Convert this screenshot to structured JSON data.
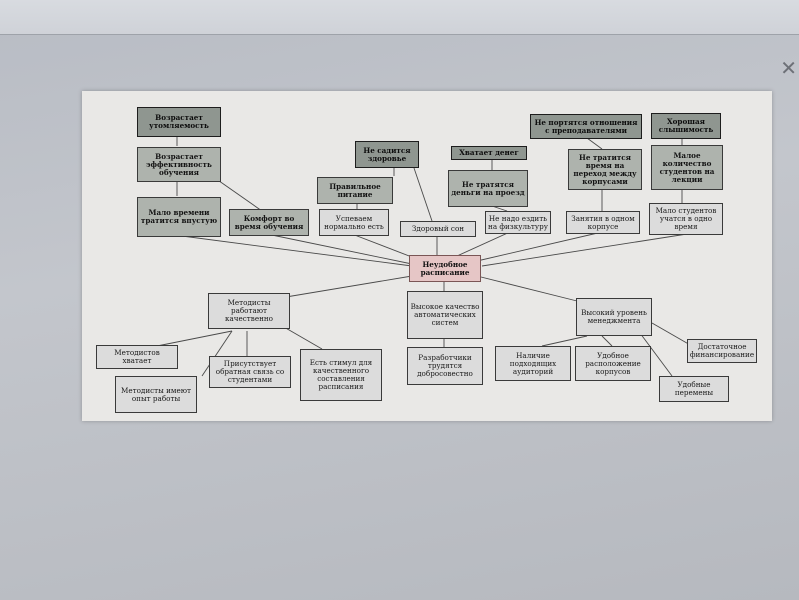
{
  "diagram": {
    "center": "Неудобное расписание",
    "top": {
      "n1": "Возрастает утомляемость",
      "n2": "Возрастает эффективность обучения",
      "n3": "Мало времени тратится впустую",
      "n4": "Комфорт во время обучения",
      "n5": "Не садится здоровье",
      "n6": "Правильное питание",
      "n7": "Успеваем нормально есть",
      "n8": "Здоровый сон",
      "n9": "Хватает денег",
      "n10": "Не тратятся деньги на проезд",
      "n11": "Не надо ездить на физкультуру",
      "n12": "Не портятся отношения с преподавателями",
      "n13": "Не тратится время на переход между корпусами",
      "n14": "Занятия в одном корпусе",
      "n15": "Хорошая слышимость",
      "n16": "Малое количество студентов на лекции",
      "n17": "Мало студентов учатся в одно время"
    },
    "bottom": {
      "b1": "Методисты работают качественно",
      "b2": "Методистов хватает",
      "b3": "Методисты имеют опыт работы",
      "b4": "Присутствует обратная связь со студентами",
      "b5": "Есть стимул для качественного составления расписания",
      "b6": "Высокое качество автоматических систем",
      "b7": "Разработчики трудятся добросовестно",
      "b8": "Высокий уровень менеджмента",
      "b9": "Наличие подходящих аудиторий",
      "b10": "Удобное расположение корпусов",
      "b11": "Удобные перемены",
      "b12": "Достаточное финансирование"
    }
  }
}
